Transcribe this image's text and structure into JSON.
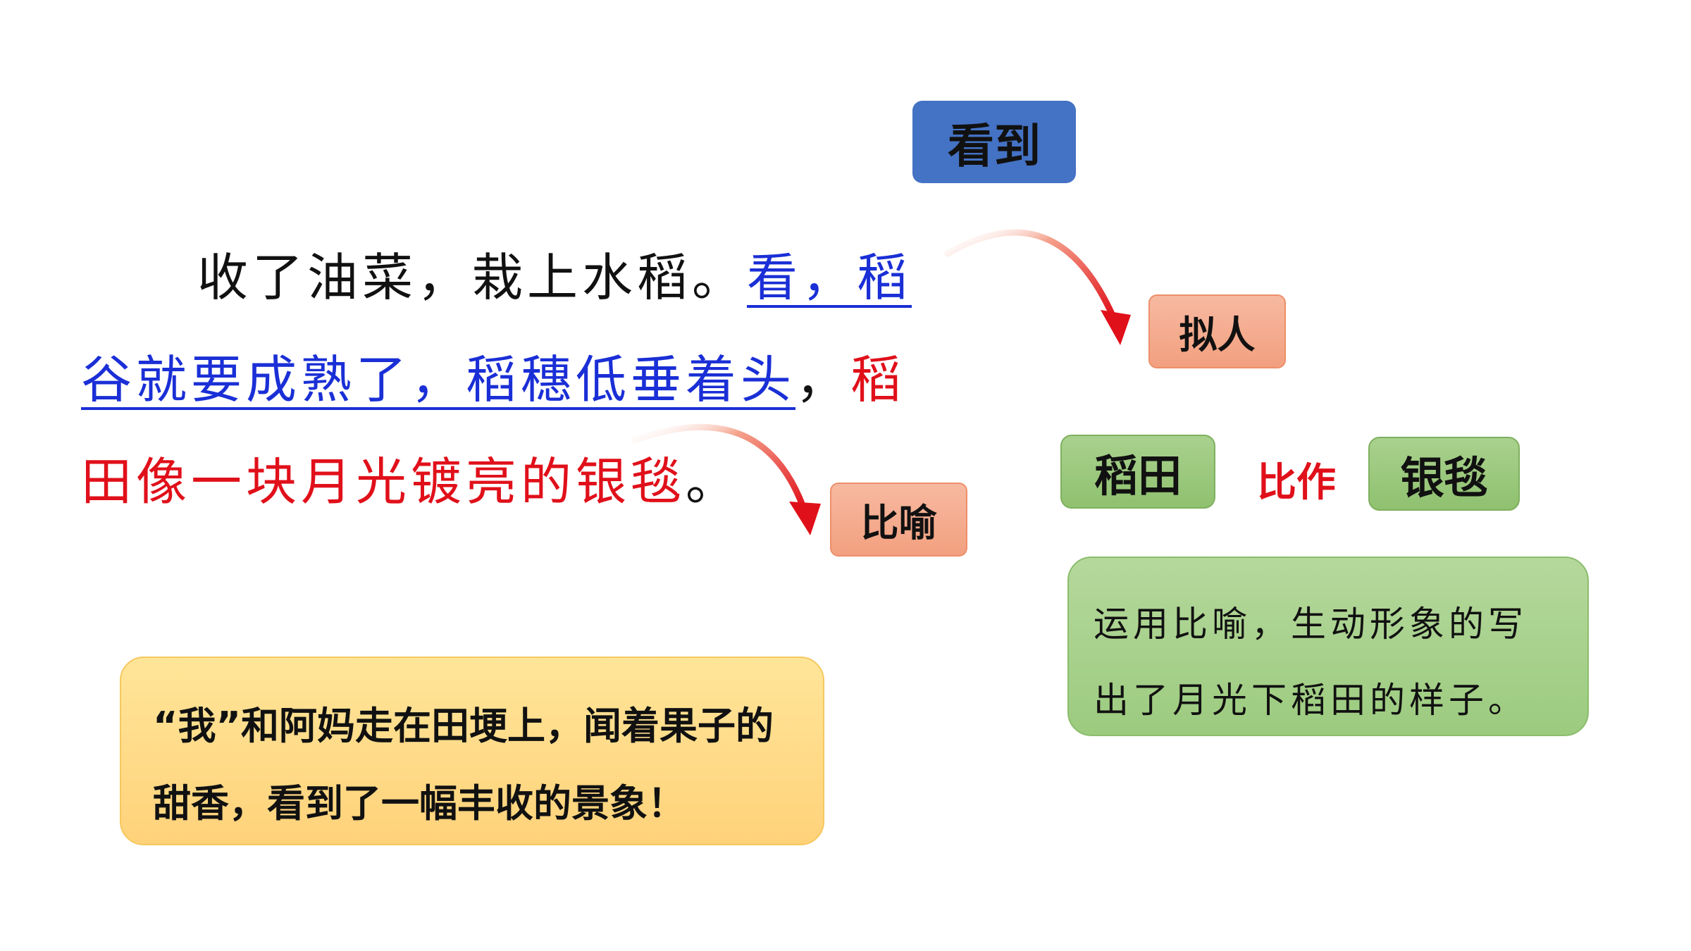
{
  "title": "看到",
  "passage": {
    "plain_start": "收了油菜，栽上水稻。",
    "underlined": "看，稻谷就要成熟了，稻穗低垂着头",
    "comma": "，",
    "red_part": "稻田像一块月光镀亮的银毯",
    "period": "。"
  },
  "tags": {
    "personification": "拟人",
    "metaphor": "比喻"
  },
  "comparison": {
    "left": "稻田",
    "middle": "比作",
    "right": "银毯"
  },
  "note_green": "运用比喻，生动形象的写出了月光下稻田的样子。",
  "note_yellow": "“我”和阿妈走在田埂上，闻着果子的甜香，看到了一幅丰收的景象！",
  "colors": {
    "title_bg": "#4472c4",
    "underline_text": "#1a2fd6",
    "red_text": "#e0101a",
    "tag_orange": "#f4ac8e",
    "tag_green": "#9ccb7f",
    "note_yellow": "#ffdc88",
    "arrow": "#e0101a"
  }
}
